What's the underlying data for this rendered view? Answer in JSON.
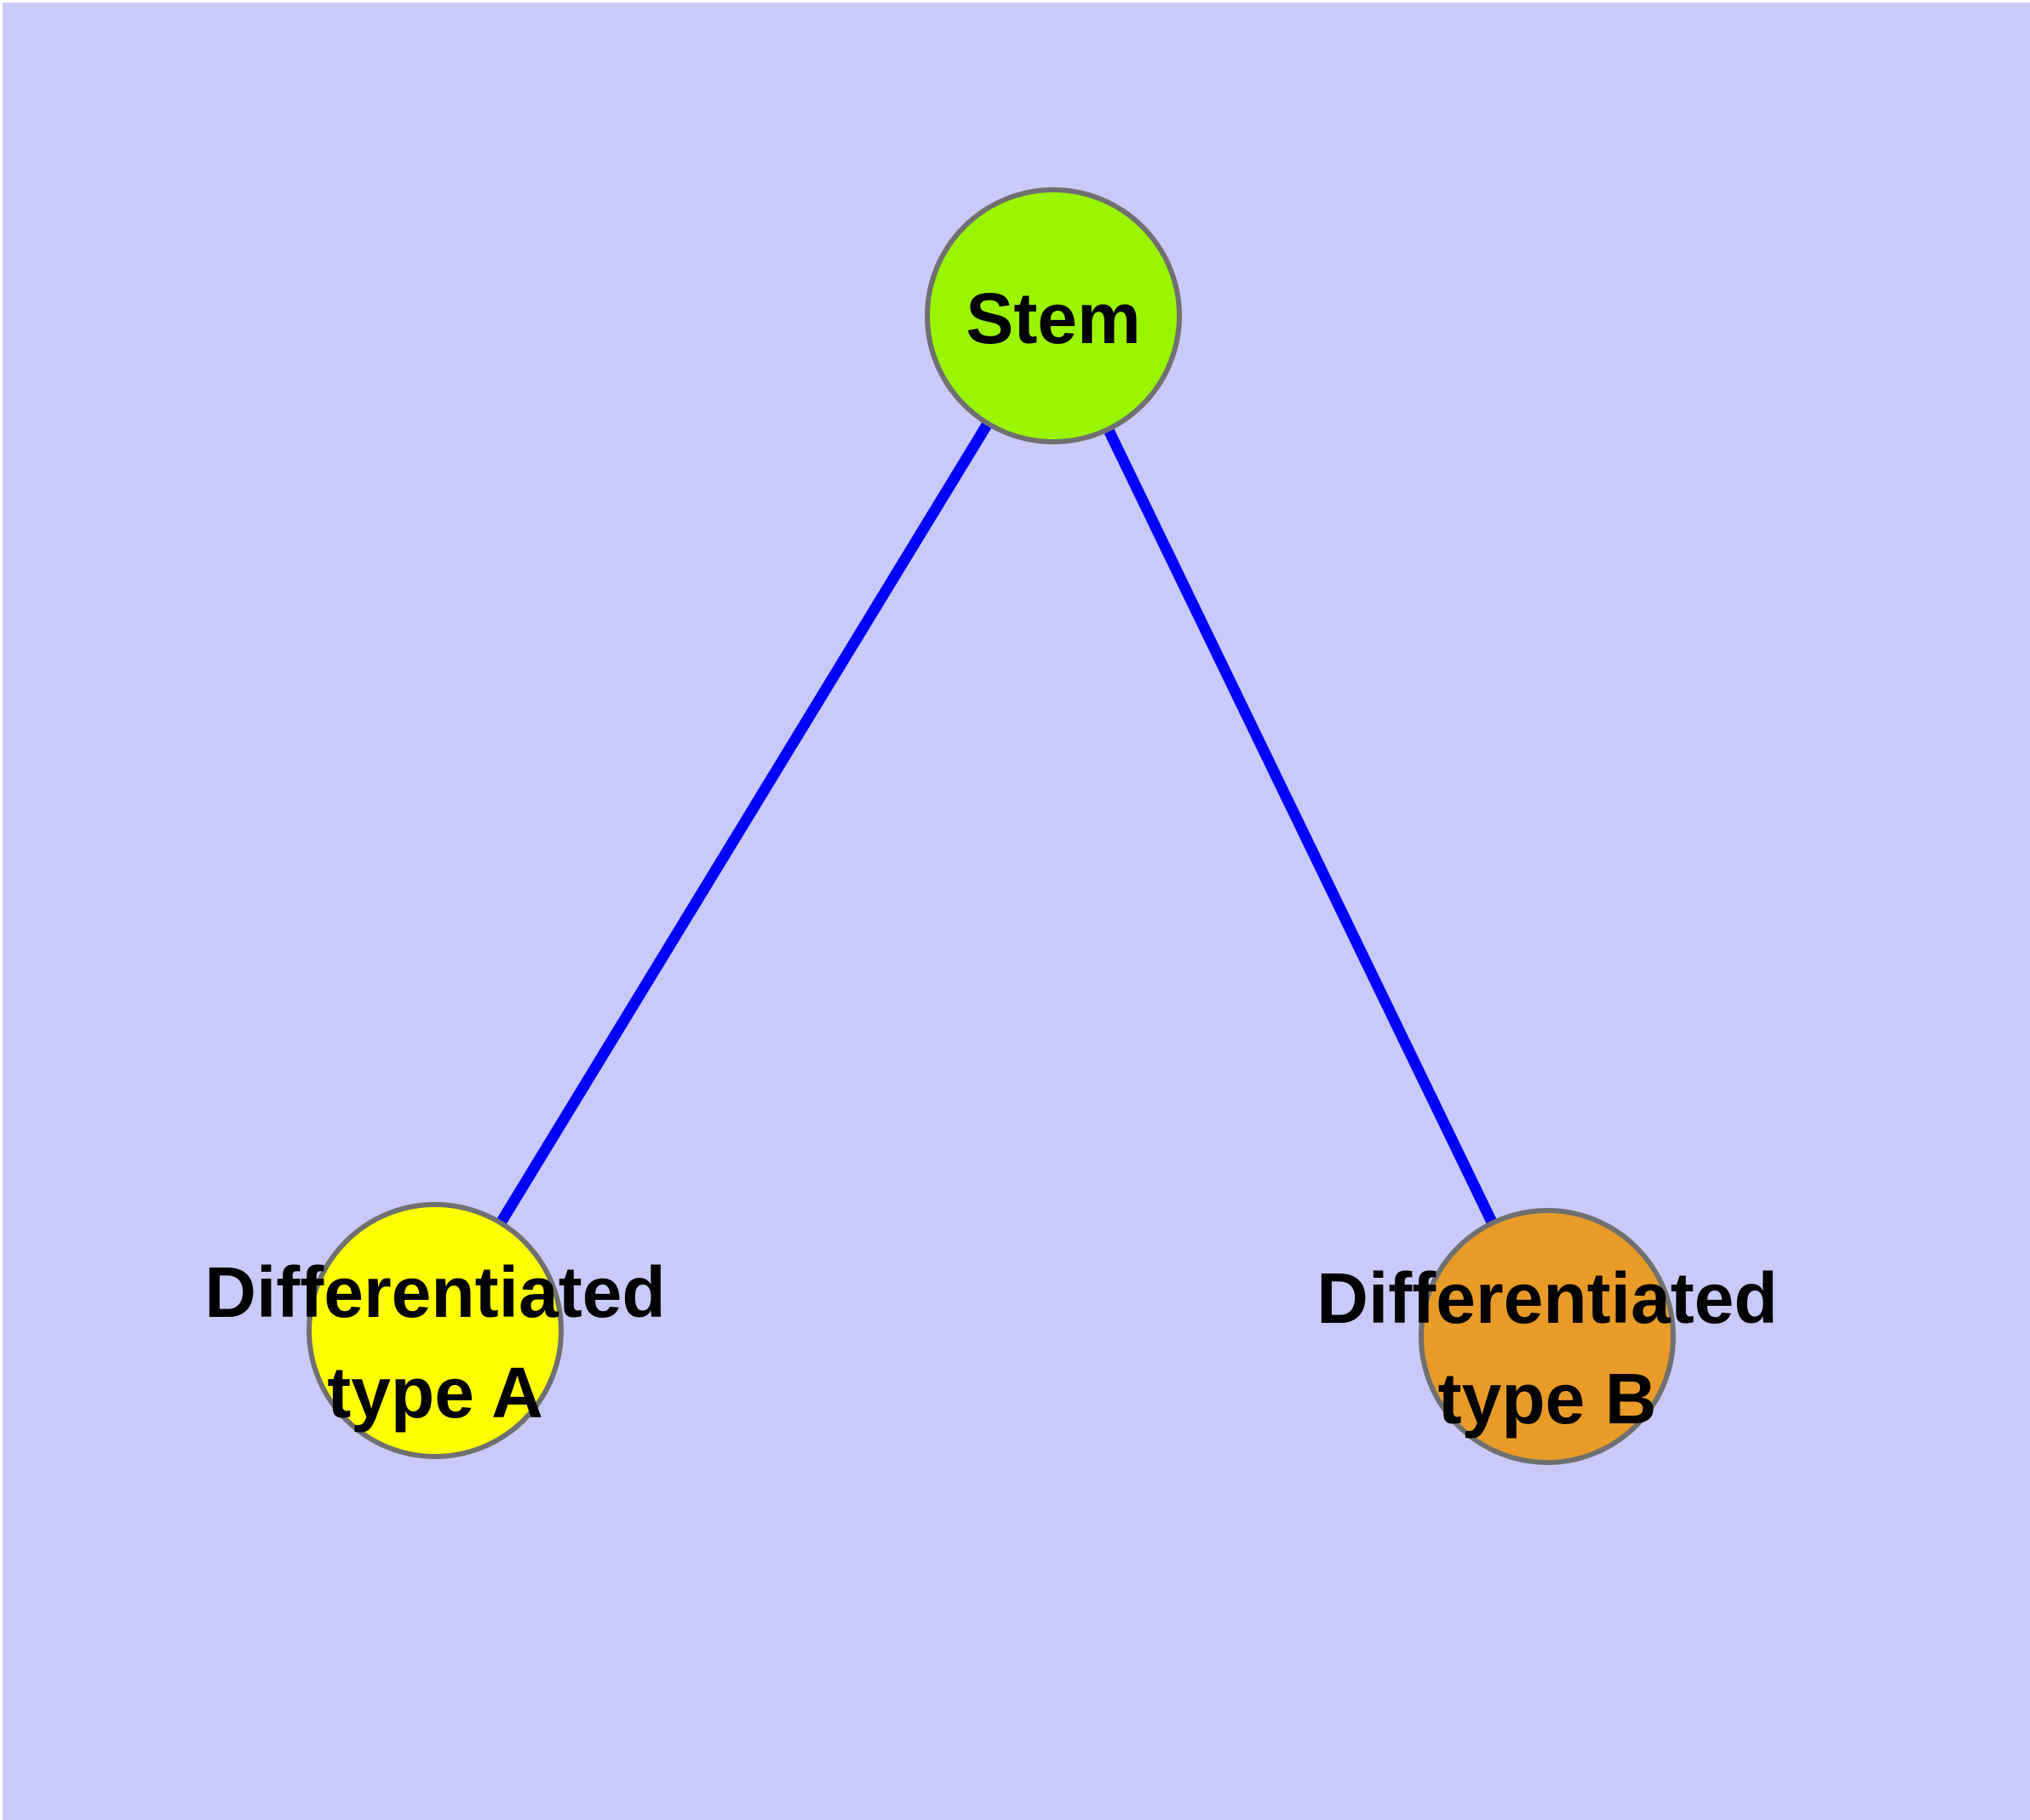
{
  "diagram": {
    "type": "network-graph",
    "description": "Cell differentiation lineage diagram: a stem node branching to two differentiated cell type nodes",
    "background_color": "#CACAFA",
    "frame_color": "#FFFFFF",
    "edge_color": "#0000FF",
    "node_border_color": "#707070",
    "label_color": "#000000",
    "nodes": [
      {
        "id": "stem",
        "label": "Stem",
        "lines": [
          "Stem"
        ],
        "color": "#99F500"
      },
      {
        "id": "type-a",
        "label": "Differentiated type A",
        "lines": [
          "Differentiated",
          "type A"
        ],
        "color": "#FFFF00"
      },
      {
        "id": "type-b",
        "label": "Differentiated type B",
        "lines": [
          "Differentiated",
          "type B"
        ],
        "color": "#E89C27"
      }
    ],
    "edges": [
      {
        "from": "stem",
        "to": "type-a"
      },
      {
        "from": "stem",
        "to": "type-b"
      }
    ]
  }
}
